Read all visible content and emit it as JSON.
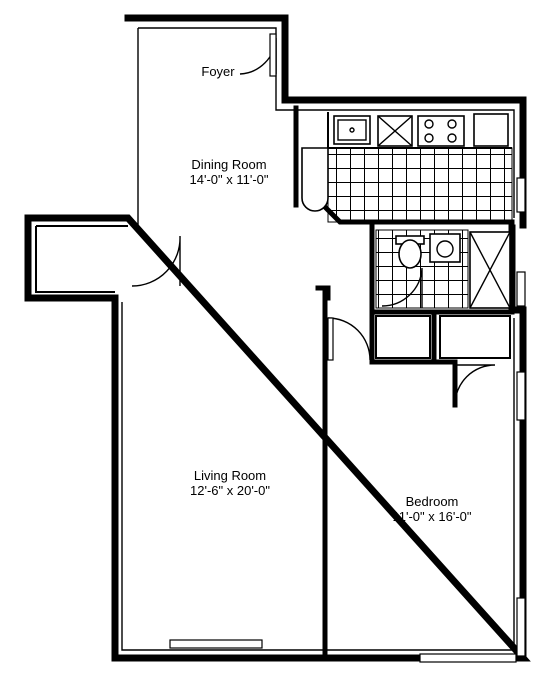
{
  "rooms": {
    "foyer": {
      "name": "Foyer"
    },
    "dining": {
      "name": "Dining Room",
      "size": "14'-0\" x 11'-0\""
    },
    "living": {
      "name": "Living Room",
      "size": "12'-6\" x 20'-0\""
    },
    "bedroom": {
      "name": "Bedroom",
      "size": "11'-0\" x 16'-0\""
    }
  }
}
